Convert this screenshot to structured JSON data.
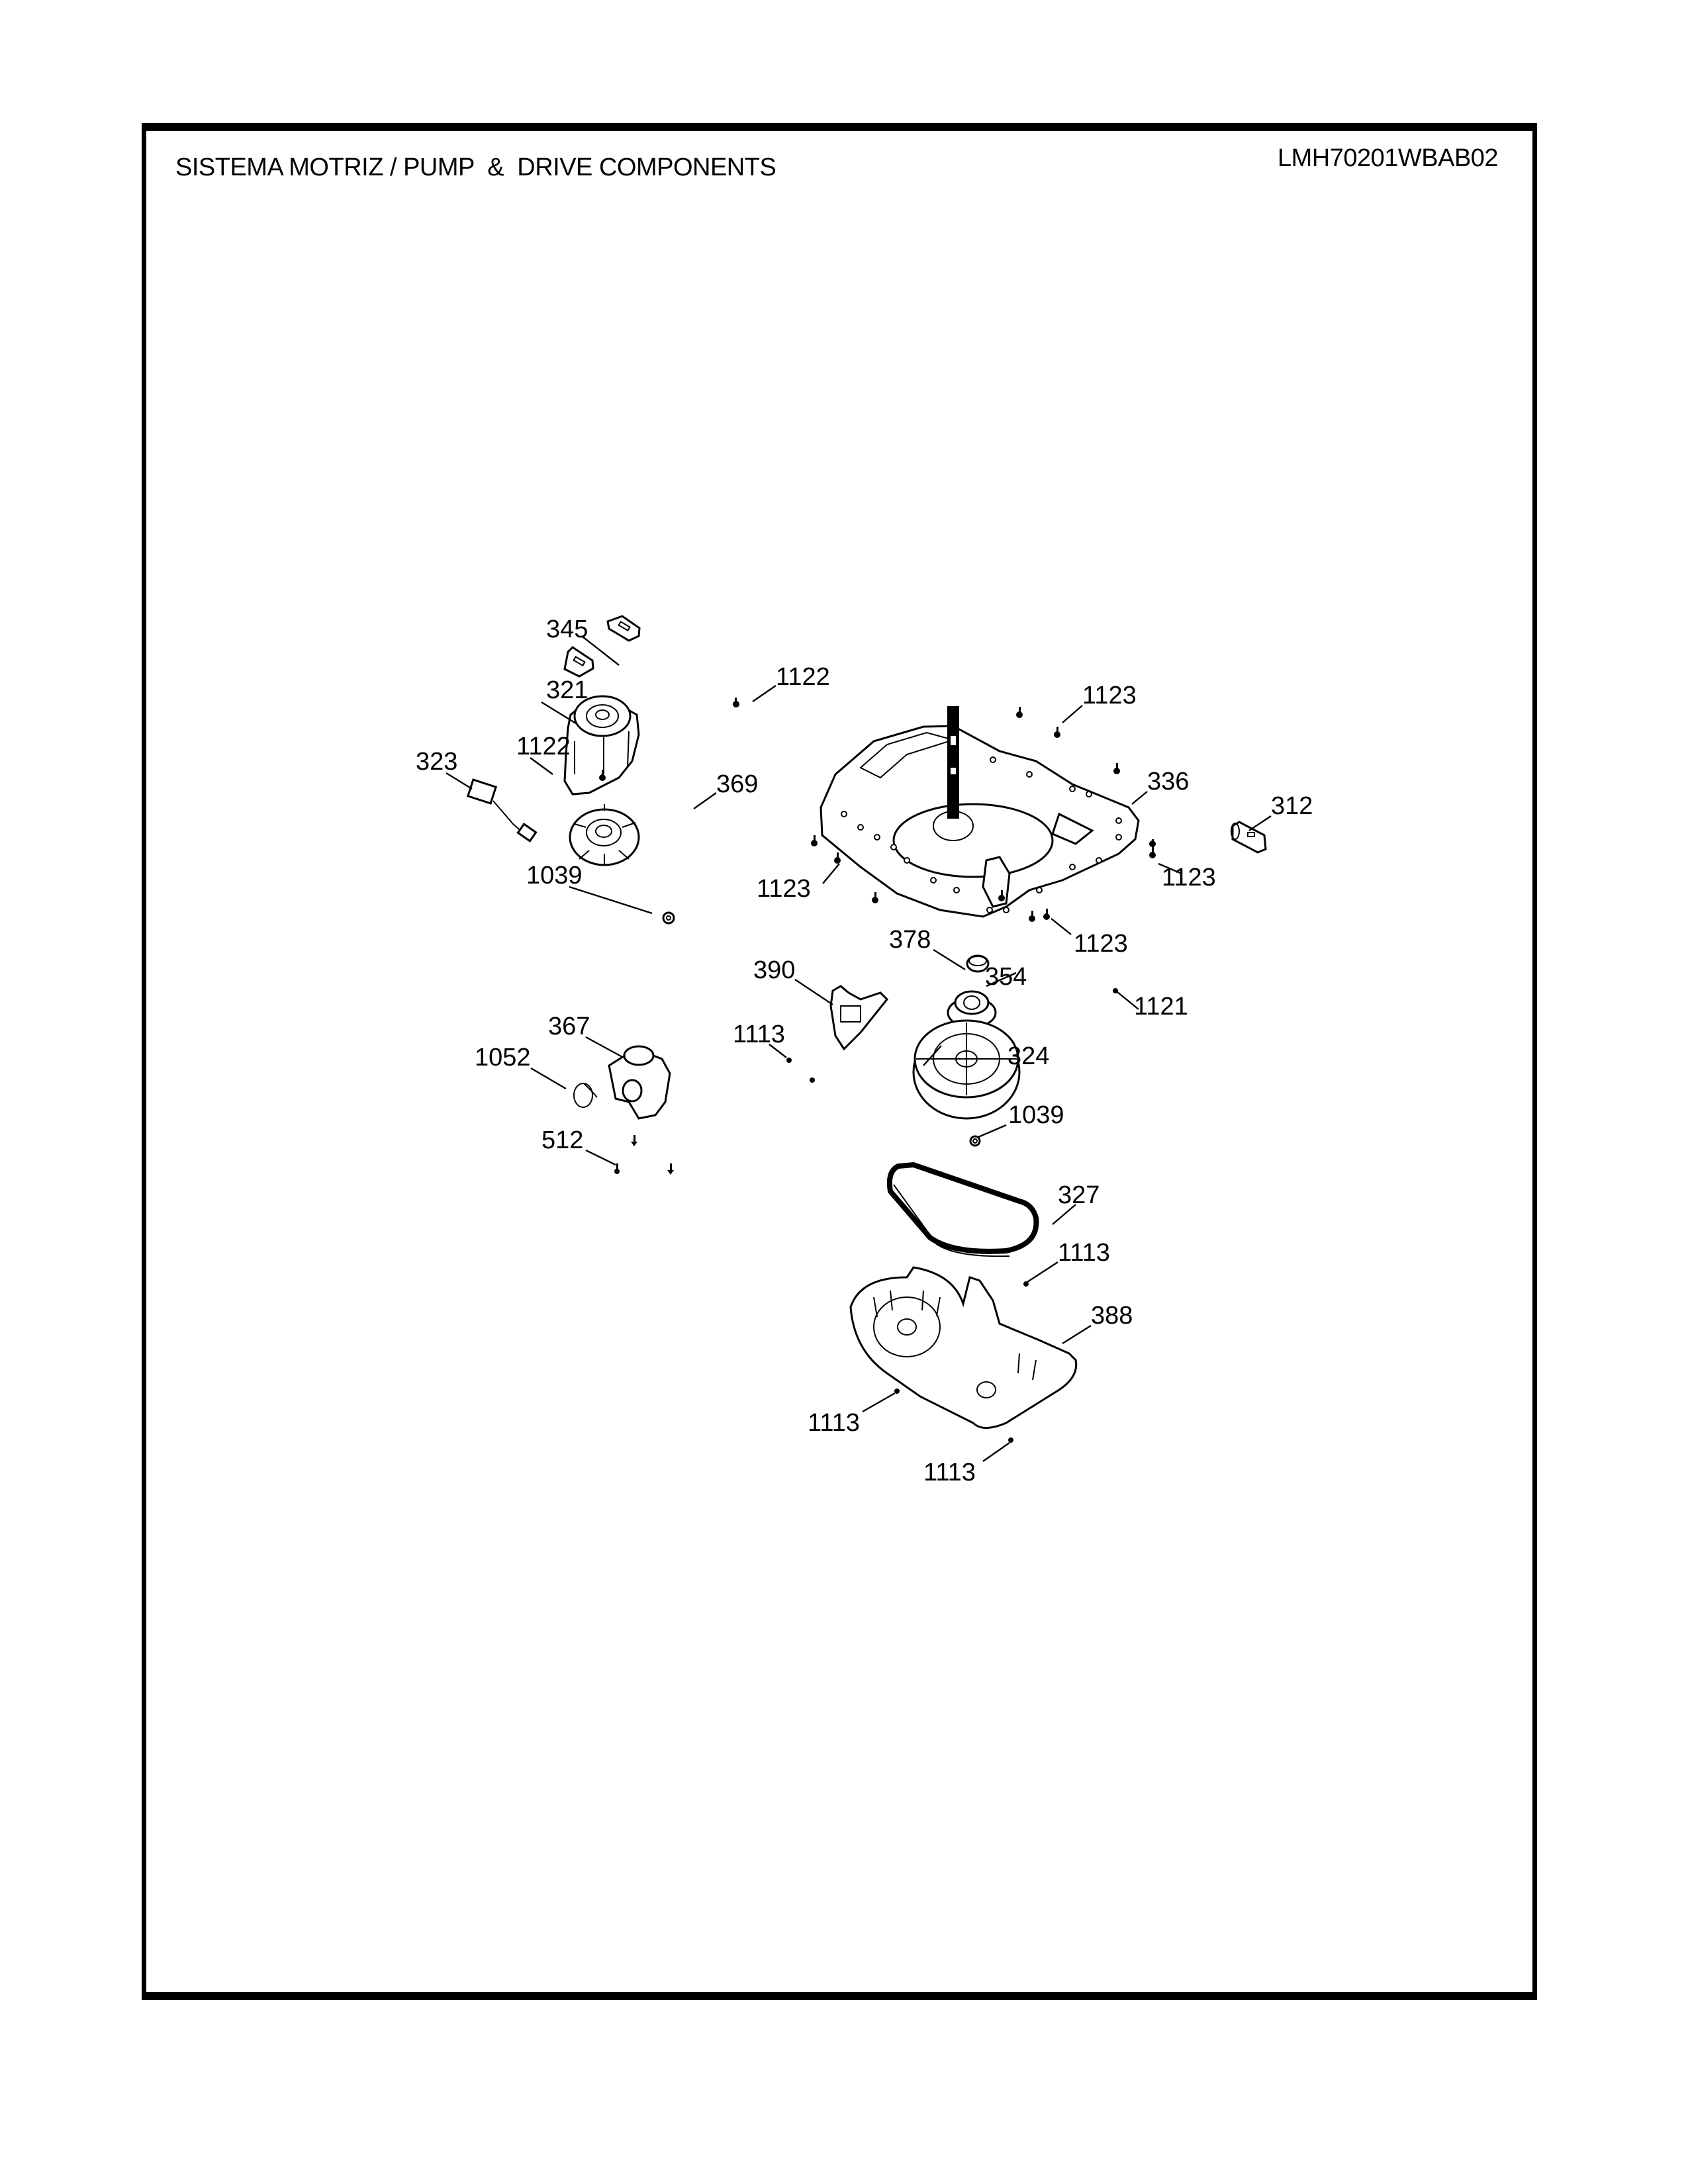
{
  "header": {
    "title": "SISTEMA MOTRIZ / PUMP  &  DRIVE COMPONENTS",
    "model": "LMH70201WBAB02"
  },
  "callouts": [
    {
      "id": "c345",
      "label": "345"
    },
    {
      "id": "c321",
      "label": "321"
    },
    {
      "id": "c1122a",
      "label": "1122"
    },
    {
      "id": "c1122b",
      "label": "1122"
    },
    {
      "id": "c323",
      "label": "323"
    },
    {
      "id": "c369",
      "label": "369"
    },
    {
      "id": "c1039a",
      "label": "1039"
    },
    {
      "id": "c1123a",
      "label": "1123"
    },
    {
      "id": "c336",
      "label": "336"
    },
    {
      "id": "c312",
      "label": "312"
    },
    {
      "id": "c1123b",
      "label": "1123"
    },
    {
      "id": "c1123c",
      "label": "1123"
    },
    {
      "id": "c1123d",
      "label": "1123"
    },
    {
      "id": "c378",
      "label": "378"
    },
    {
      "id": "c390",
      "label": "390"
    },
    {
      "id": "c354",
      "label": "354"
    },
    {
      "id": "c1121",
      "label": "1121"
    },
    {
      "id": "c367",
      "label": "367"
    },
    {
      "id": "c1113a",
      "label": "1113"
    },
    {
      "id": "c324",
      "label": "324"
    },
    {
      "id": "c1052",
      "label": "1052"
    },
    {
      "id": "c1039b",
      "label": "1039"
    },
    {
      "id": "c512",
      "label": "512"
    },
    {
      "id": "c327",
      "label": "327"
    },
    {
      "id": "c1113b",
      "label": "1113"
    },
    {
      "id": "c388",
      "label": "388"
    },
    {
      "id": "c1113c",
      "label": "1113"
    },
    {
      "id": "c1113d",
      "label": "1113"
    }
  ],
  "parts": [
    "motor-mount-pad",
    "motor",
    "screw",
    "wire-harness",
    "motor-pulley",
    "nut",
    "base-plate-shaft",
    "sensor",
    "coupling",
    "shifter",
    "bearing-gear",
    "clutch-pulley",
    "drain-pump",
    "hose-clamp",
    "drive-belt",
    "belt-cover"
  ]
}
